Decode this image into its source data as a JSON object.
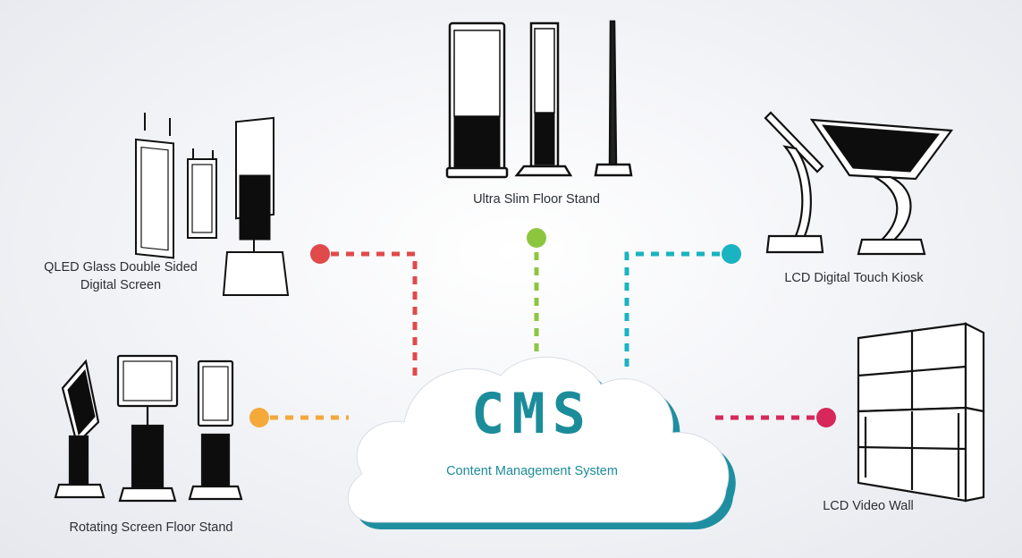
{
  "cms": {
    "title": "CMS",
    "subtitle": "Content Management System"
  },
  "devices": {
    "ultra_slim": "Ultra Slim Floor Stand",
    "qled_line1": "QLED Glass Double Sided",
    "qled_line2": "Digital Screen",
    "touch_kiosk": "LCD Digital Touch Kiosk",
    "rotating": "Rotating Screen Floor Stand",
    "video_wall": "LCD Video Wall"
  },
  "colors": {
    "cms_teal": "#1b8c9a",
    "cloud_shadow": "#1e8fa0",
    "qled_link": "#e04a4a",
    "ultra_slim_link": "#8cc63f",
    "kiosk_link": "#1ab3c1",
    "rotating_link": "#f4a93a",
    "video_wall_link": "#d6285a"
  }
}
